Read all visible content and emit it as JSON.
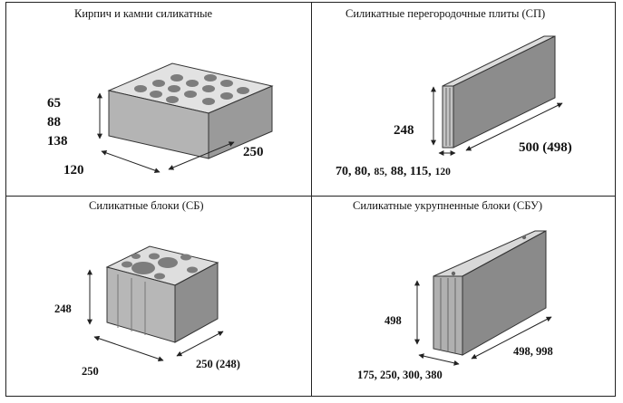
{
  "panels": [
    {
      "title": "Кирпич и камни силикатные",
      "dims": {
        "heights": [
          "65",
          "88",
          "138"
        ],
        "width": "120",
        "length": "250"
      }
    },
    {
      "title": "Силикатные перегородочные плиты (СП)",
      "dims": {
        "height": "248",
        "length": "500 (498)",
        "thickness_prefix": "70, 80,",
        "thickness_a": "85,",
        "thickness_b": "88, 115,",
        "thickness_c": "120"
      }
    },
    {
      "title": "Силикатные блоки (СБ)",
      "dims": {
        "height": "248",
        "width": "250",
        "length": "250 (248)"
      }
    },
    {
      "title": "Силикатные укрупненные блоки (СБУ)",
      "dims": {
        "height": "498",
        "length": "498, 998",
        "thickness": "175, 250, 300, 380"
      }
    }
  ],
  "colors": {
    "border": "#222222",
    "block_top": "#d9d9d9",
    "block_side": "#a8a8a8",
    "block_front": "#8c8c8c",
    "hole": "#7a7a7a"
  }
}
